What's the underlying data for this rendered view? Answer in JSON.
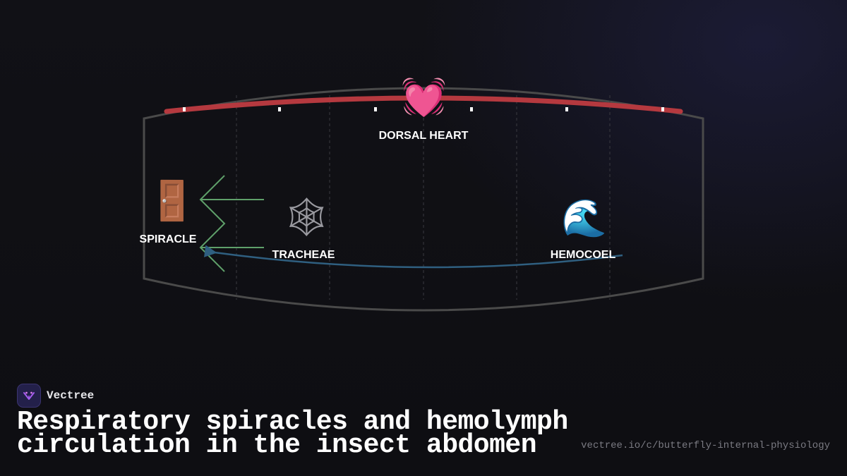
{
  "diagram": {
    "labels": {
      "dorsal_heart": "DORSAL HEART",
      "spiracle": "SPIRACLE",
      "tracheae": "TRACHEAE",
      "hemocoel": "HEMOCOEL"
    },
    "icons": {
      "dorsal_heart": "beating-heart-icon",
      "spiracle": "door-icon",
      "tracheae": "web-icon",
      "hemocoel": "wave-icon"
    },
    "icon_glyphs": {
      "dorsal_heart": "💓",
      "spiracle": "🚪",
      "tracheae": "🕸",
      "hemocoel": "🌊"
    },
    "colors": {
      "body_outline": "#4a4a4a",
      "heart_vessel": "#b5393f",
      "tracheal_tubes": "#5fa06a",
      "hemolymph_flow": "#2f5f80",
      "segment_lines": "#3a3a40"
    }
  },
  "footer": {
    "brand_name": "Vectree",
    "title": "Respiratory spiracles and hemolymph circulation in the insect abdomen",
    "url": "vectree.io/c/butterfly-internal-physiology"
  }
}
